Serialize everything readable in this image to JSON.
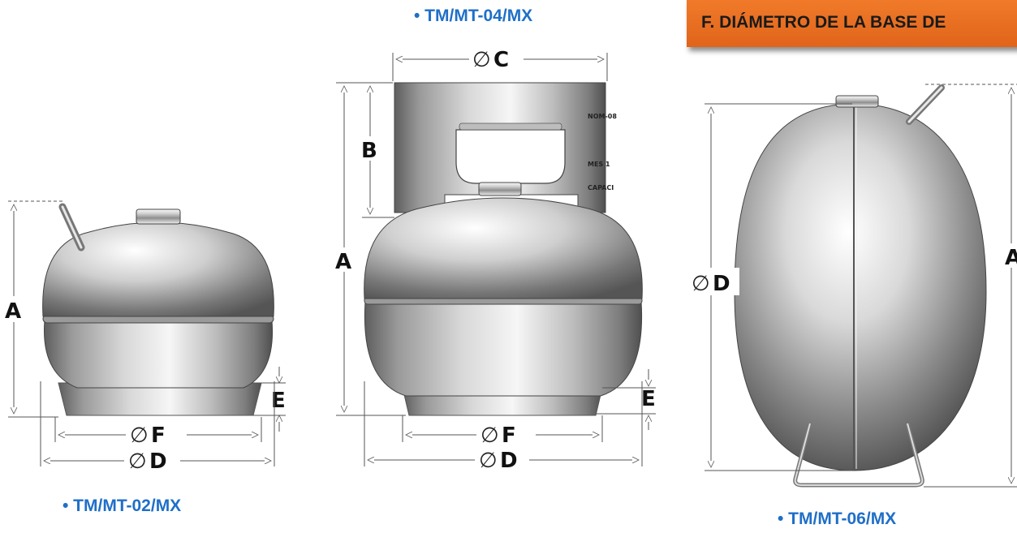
{
  "section_heading": "F.  DIÁMETRO DE LA BASE DE",
  "models": {
    "small": {
      "label": "• TM/MT-02/MX"
    },
    "medium": {
      "label": "• TM/MT-04/MX"
    },
    "large": {
      "label": "• TM/MT-06/MX"
    }
  },
  "dimension_labels": {
    "height": "A",
    "handle_height": "B",
    "handle_diameter": "C",
    "diameter": "D",
    "base_height": "E",
    "base_diameter": "F",
    "diameter_symbol": "∅"
  },
  "medium_plate_text": [
    "NOM-08",
    "MES 1",
    "CAPACI"
  ],
  "colors": {
    "label_blue": "#1f6fc8",
    "banner_orange": "#ec6f22",
    "steel_light": "#f4f4f4",
    "steel_dark": "#6a6a6a",
    "dimension_line": "#555555"
  }
}
